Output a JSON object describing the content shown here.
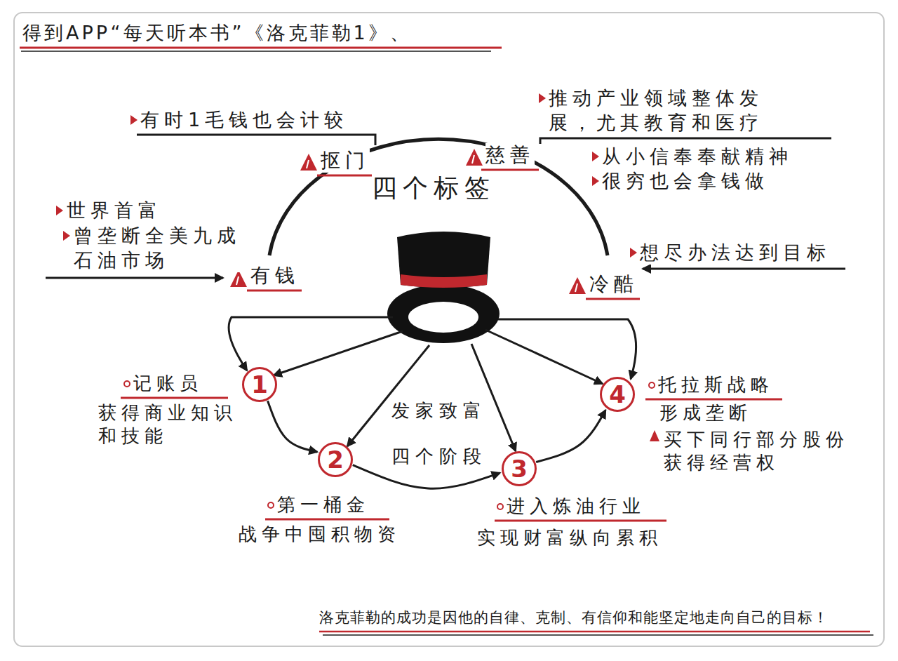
{
  "diagram": {
    "title": "得到APP“每天听本书”《洛克菲勒1》、",
    "caption": "洛克菲勒的成功是因他的自律、克制、有信仰和能坚定地走向自己的目标！",
    "nodes": [
      {
        "text": [
          "1",
          "记账员",
          "获得商业知识和技能"
        ]
      },
      {
        "text": [
          "2",
          "第一桶金",
          "战争中囤积物资"
        ]
      },
      {
        "text": [
          "3",
          "进入炼油行业",
          "实现财富纵向累积"
        ]
      },
      {
        "text": [
          "4",
          "托拉斯战略",
          "形成垄断",
          "买下同行部分股份获得经营权"
        ]
      }
    ],
    "edges": [
      {
        "from": 0,
        "to": 1,
        "arrow": "to"
      },
      {
        "from": 1,
        "to": 2,
        "arrow": "to"
      },
      {
        "from": 2,
        "to": 3,
        "arrow": "to"
      }
    ],
    "labels": [
      "有时1毛钱也会计较",
      "推动产业领域整体发展，尤其教育和医疗",
      "从小信奉奉献精神",
      "很穷也会拿钱做",
      "世界首富",
      "曾垄断全美九成石油市场",
      "想尽办法达到目标",
      "抠门",
      "慈善",
      "有钱",
      "冷酷",
      "四个标签",
      "发家致富",
      "四个阶段"
    ]
  }
}
